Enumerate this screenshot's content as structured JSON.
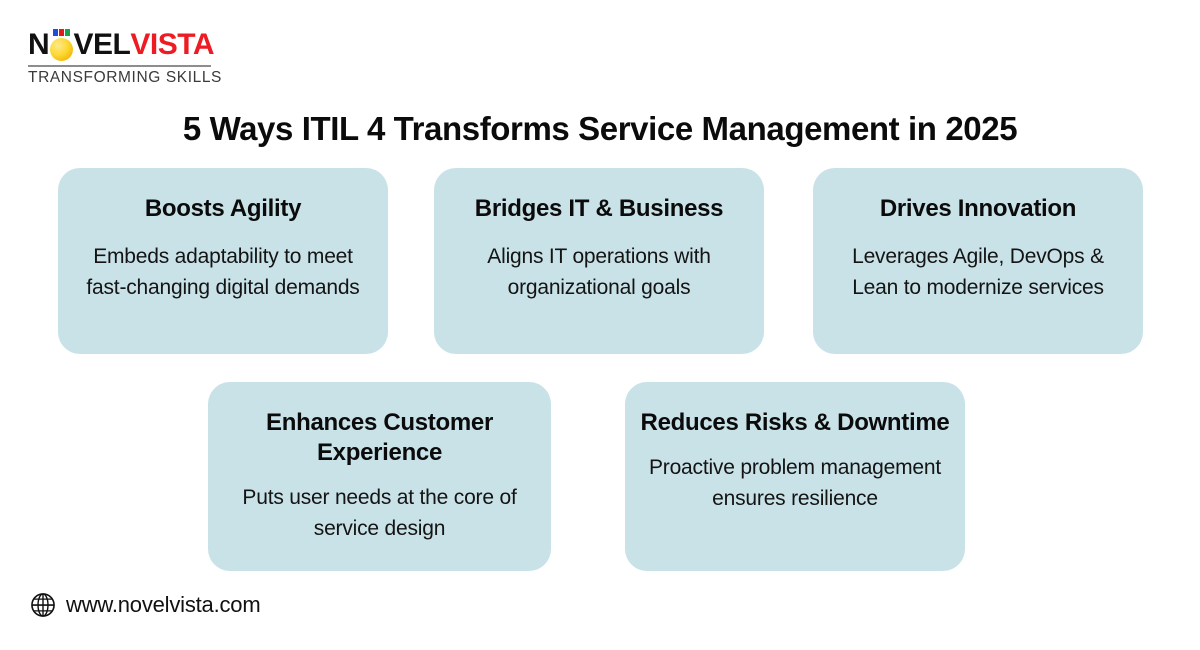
{
  "brand": {
    "logo": {
      "word_part1": "N",
      "word_part2": "VEL",
      "word_part3": "VISTA",
      "ball_icon_name": "gold-ball-icon",
      "pixel_colors": [
        "#1f4fd8",
        "#e01b1b",
        "#1aa34a"
      ],
      "tagline": "TRANSFORMING SKILLS",
      "red_hex": "#ed1c24",
      "gold_hex": "#fdd835"
    }
  },
  "headline": "5 Ways ITIL 4 Transforms Service Management in 2025",
  "theme": {
    "card_bg": "#c9e2e8",
    "page_bg": "#ffffff",
    "text": "#0b0b0b"
  },
  "cards": [
    {
      "title": "Boosts Agility",
      "body": "Embeds adaptability to meet fast-changing digital demands"
    },
    {
      "title": "Bridges IT & Business",
      "body": "Aligns IT operations with organizational goals"
    },
    {
      "title": "Drives Innovation",
      "body": "Leverages Agile, DevOps & Lean to modernize services"
    },
    {
      "title": "Enhances Customer Experience",
      "body": "Puts user needs at the core of service design"
    },
    {
      "title": "Reduces Risks & Downtime",
      "body": "Proactive problem management ensures resilience"
    }
  ],
  "footer": {
    "icon_name": "globe-icon",
    "url": "www.novelvista.com"
  }
}
